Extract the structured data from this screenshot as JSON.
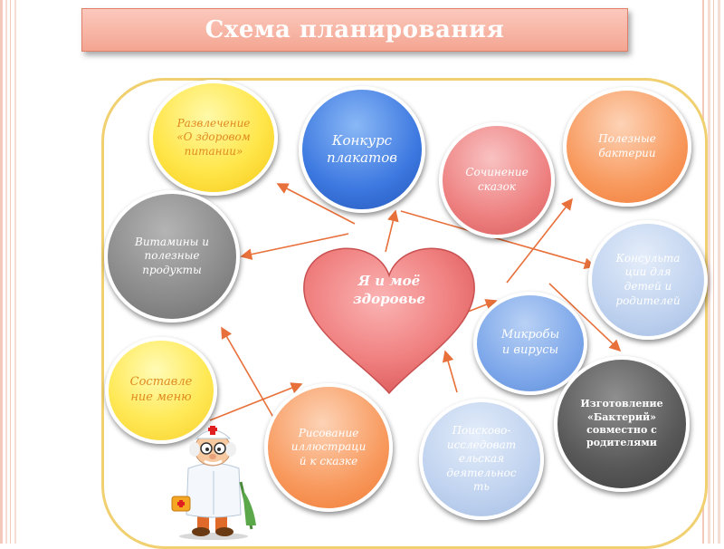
{
  "title": "Схема планирования",
  "center": "Я и моё\nздоровье",
  "bubbles": {
    "entertainment": "Развлечение\n«О здоровом\nпитании»",
    "poster_contest": "Конкурс\nплакатов",
    "fairy_tales": "Сочинение\nсказок",
    "useful_bacteria": "Полезные\nбактерии",
    "vitamins": "Витамины и\nполезные\nпродукты",
    "consultations": "Консульта\nции для\nдетей и\nродителей",
    "microbes": "Микробы\nи вирусы",
    "menu": "Составле\nние меню",
    "drawing": "Рисование\nиллюстраци\nй к сказке",
    "research": "Поисково-\nисследоват\nельская\nдеятельнос\nть",
    "bacteria_making": "Изготовление\n«Бактерий»\nсовместно с\nродителями"
  },
  "colors": {
    "title_bar": "#f4a591",
    "frame_border": "#f0d070",
    "arrow": "#e8703a",
    "heart": "#f08080"
  }
}
